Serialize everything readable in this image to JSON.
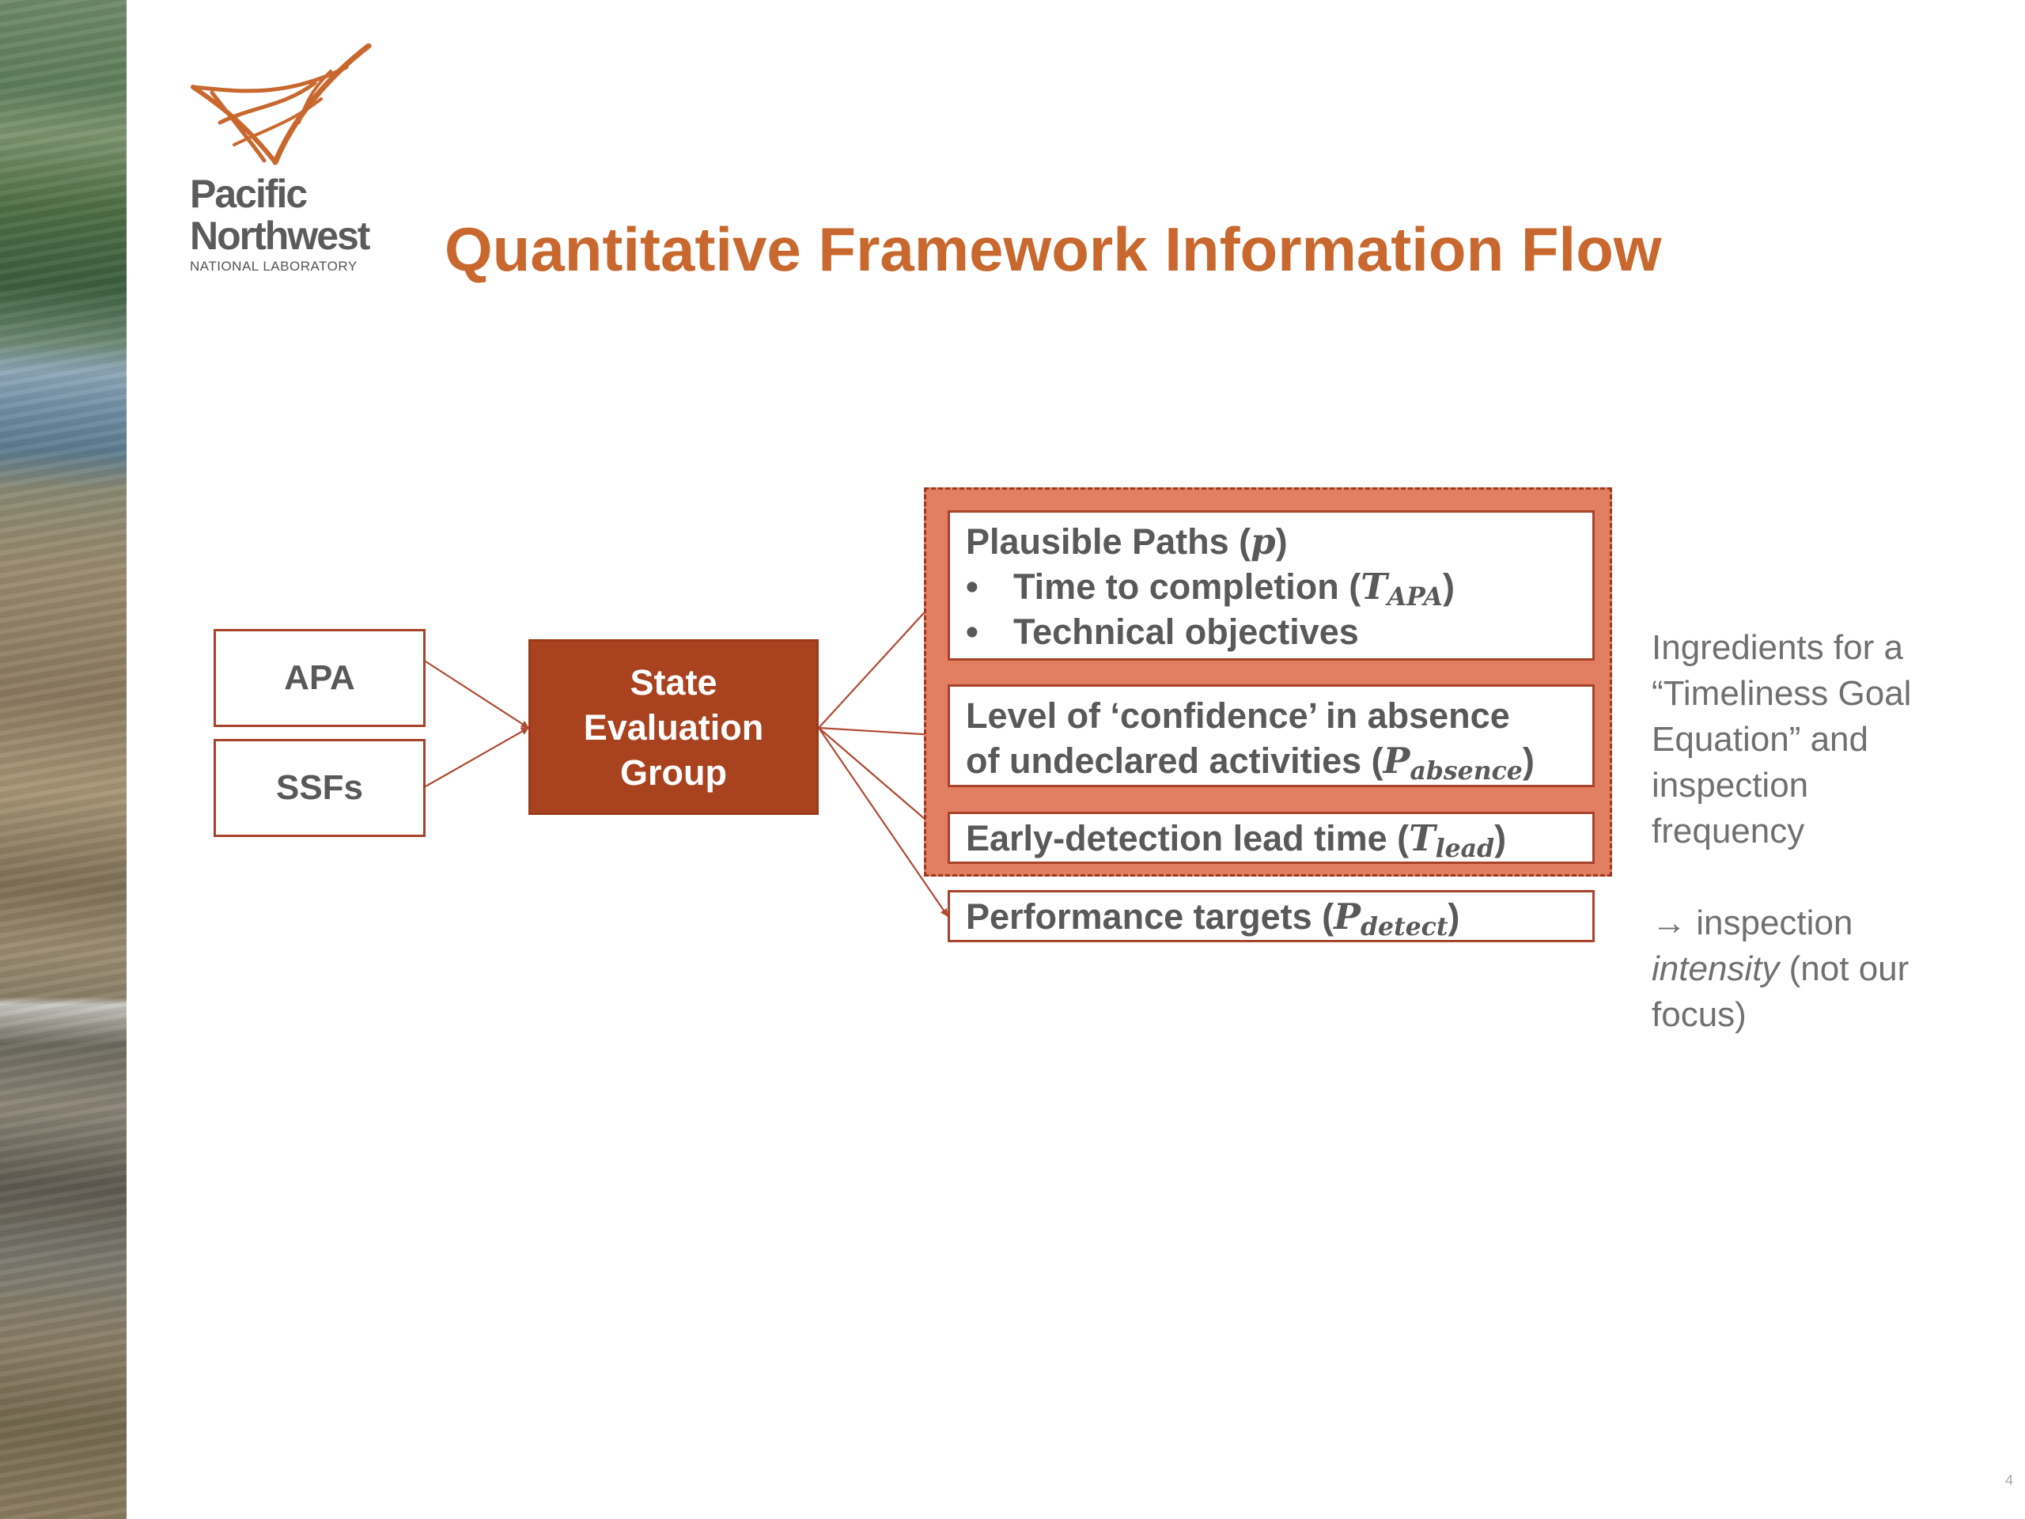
{
  "logo": {
    "line1": "Pacific",
    "line2": "Northwest",
    "line3": "NATIONAL LABORATORY"
  },
  "title": "Quantitative Framework Information Flow",
  "inputs": {
    "apa": "APA",
    "ssfs": "SSFs"
  },
  "center": {
    "line1": "State",
    "line2": "Evaluation",
    "line3": "Group"
  },
  "outputs": {
    "paths": {
      "label": "Plausible Paths (",
      "sym": "p",
      "close": ")",
      "bullets": [
        {
          "dot": "•",
          "text": "Time to completion (",
          "sym": "T",
          "sub": "APA",
          "close": ")"
        },
        {
          "dot": "•",
          "text": "Technical objectives"
        }
      ]
    },
    "confidence": {
      "line1": "Level of ‘confidence’ in absence",
      "line2": "of undeclared activities (",
      "sym": "P",
      "sub": "absence",
      "close": ")"
    },
    "lead": {
      "label": "Early-detection lead time (",
      "sym": "T",
      "sub": "lead",
      "close": ")"
    },
    "targets": {
      "label": "Performance targets (",
      "sym": "P",
      "sub": "detect",
      "close": ")"
    }
  },
  "side_note": {
    "lines": [
      "Ingredients for a",
      "“Timeliness Goal",
      "Equation” and",
      "inspection",
      "frequency"
    ],
    "arrow_line": "→ inspection",
    "intensity_italic": "intensity",
    "intensity_rest": " (not our",
    "last": "focus)"
  },
  "page_number": "4",
  "colors": {
    "title": "#c8682e",
    "box_border": "#a8422a",
    "center_fill": "#a8421f",
    "group_fill": "#e27f63",
    "arrow": "#b04a30"
  }
}
